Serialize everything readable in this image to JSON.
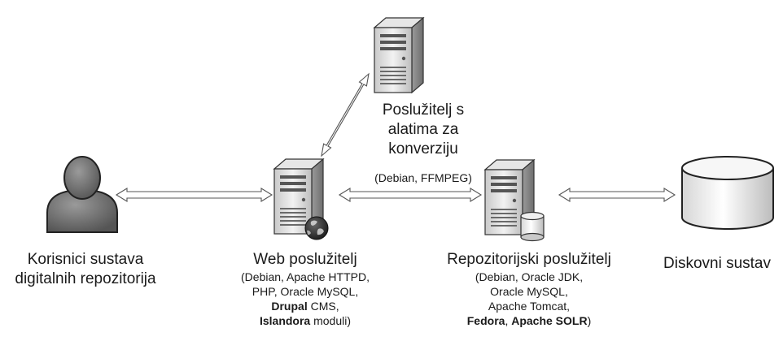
{
  "nodes": {
    "users": {
      "title_line1": "Korisnici sustava",
      "title_line2": "digitalnih repozitorija",
      "icon": "user-icon"
    },
    "web_server": {
      "title": "Web poslužitelj",
      "details": {
        "line1": "(Debian, Apache HTTPD,",
        "line2": "PHP, Oracle MySQL,",
        "line3_bold": "Drupal",
        "line3_rest": " CMS,",
        "line4_bold": "Islandora",
        "line4_rest": " moduli)"
      },
      "icon": "web-server-icon"
    },
    "conversion_server": {
      "title_line1": "Poslužitelj s",
      "title_line2": "alatima za",
      "title_line3": "konverziju",
      "details": "(Debian, FFMPEG)",
      "icon": "server-icon"
    },
    "repository_server": {
      "title": "Repozitorijski poslužitelj",
      "details": {
        "line1": "(Debian, Oracle JDK,",
        "line2": "Oracle MySQL,",
        "line3": "Apache Tomcat,",
        "line4_bold_a": "Fedora",
        "line4_sep": ", ",
        "line4_bold_b": "Apache SOLR",
        "line4_end": ")"
      },
      "icon": "database-server-icon"
    },
    "disk": {
      "title": "Diskovni sustav",
      "icon": "disk-cylinder-icon"
    }
  },
  "connections": [
    {
      "from": "users",
      "to": "web_server",
      "type": "bidirectional"
    },
    {
      "from": "web_server",
      "to": "conversion_server",
      "type": "bidirectional"
    },
    {
      "from": "web_server",
      "to": "repository_server",
      "type": "bidirectional"
    },
    {
      "from": "repository_server",
      "to": "disk",
      "type": "bidirectional"
    }
  ]
}
